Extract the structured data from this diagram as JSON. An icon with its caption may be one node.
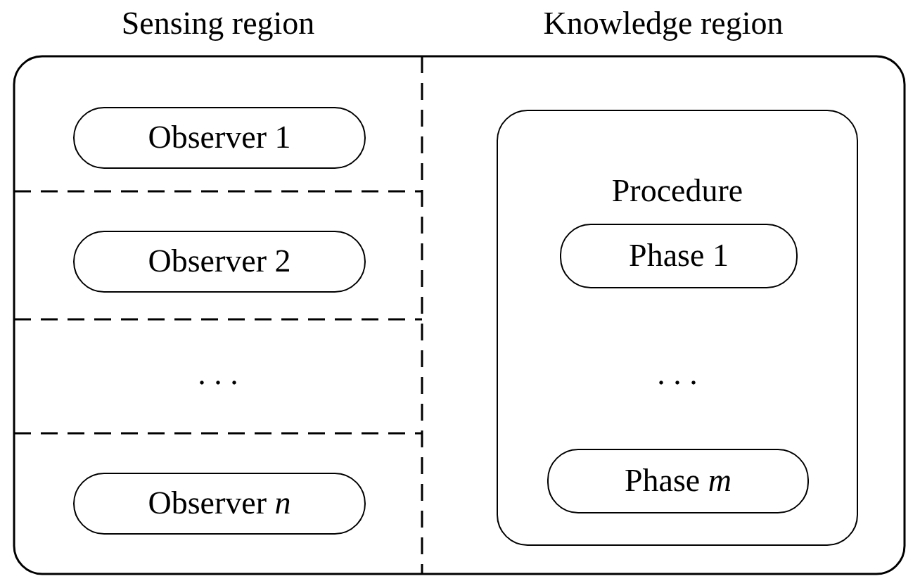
{
  "diagram": {
    "nodes": [
      {
        "text": [
          "Sensing region"
        ]
      },
      {
        "text": [
          "Observer 1"
        ],
        "in": 0
      },
      {
        "text": [
          "Observer 2"
        ],
        "in": 0
      },
      {
        "text": [
          "Observer *n*"
        ],
        "in": 0
      },
      {
        "text": [
          "Knowledge region"
        ]
      },
      {
        "text": [
          "Procedure"
        ],
        "in": 4
      },
      {
        "text": [
          "Phase 1"
        ],
        "in": 5
      },
      {
        "text": [
          "Phase *m*"
        ],
        "in": 5
      }
    ],
    "edges": [],
    "labels": [
      ". . .",
      ". . ."
    ]
  }
}
